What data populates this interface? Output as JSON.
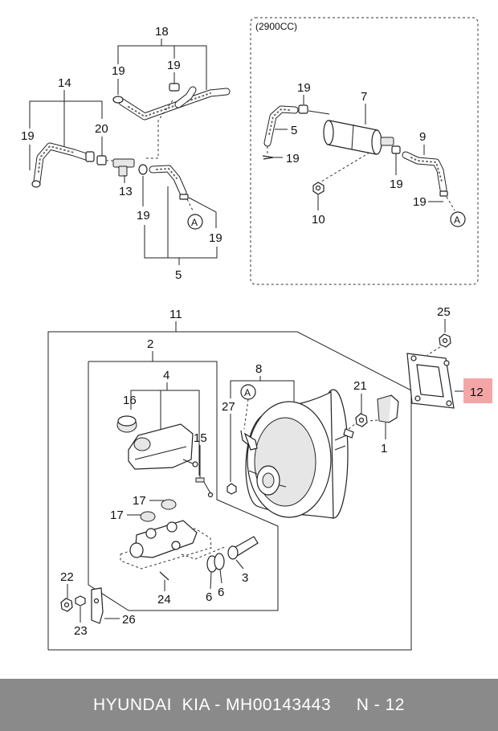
{
  "diagram": {
    "engine_option_label": "(2900CC)",
    "ref_a": "A",
    "highlighted_part": "12",
    "callouts": {
      "p1": "1",
      "p2": "2",
      "p3": "3",
      "p4": "4",
      "p5a": "5",
      "p5b": "5",
      "p6a": "6",
      "p6b": "6",
      "p7": "7",
      "p8": "8",
      "p9": "9",
      "p10": "10",
      "p11": "11",
      "p12": "12",
      "p13": "13",
      "p14": "14",
      "p15": "15",
      "p16": "16",
      "p17a": "17",
      "p17b": "17",
      "p18": "18",
      "p19a": "19",
      "p19b": "19",
      "p19c": "19",
      "p19d": "19",
      "p19e": "19",
      "p19f": "19",
      "p19g": "19",
      "p19h": "19",
      "p19i": "19",
      "p20": "20",
      "p21": "21",
      "p22": "22",
      "p23": "23",
      "p24": "24",
      "p25": "25",
      "p26": "26",
      "p27": "27"
    }
  },
  "footer": {
    "text": "HYUNDAI  KIA - MH00143443     N - 12"
  }
}
